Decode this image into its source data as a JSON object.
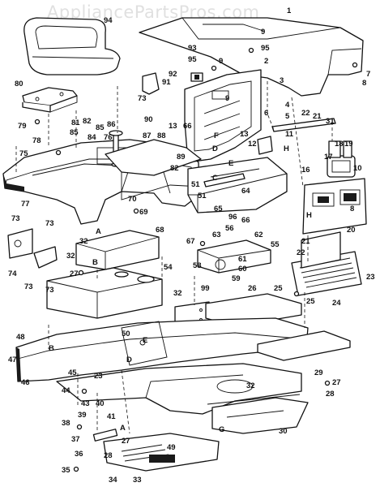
{
  "watermark": "AppliancePartsPros.com",
  "labels": {
    "p1": "1",
    "p2": "2",
    "p3": "3",
    "p4": "4",
    "p5": "5",
    "p6": "6",
    "p7": "7",
    "p8": "8",
    "p9": "9",
    "p10": "10",
    "p11": "11",
    "p12": "12",
    "p13": "13",
    "p16": "16",
    "p17": "17",
    "p18": "18",
    "p19": "19",
    "p20": "20",
    "p21": "21",
    "p22": "22",
    "p23": "23",
    "p24": "24",
    "p25": "25",
    "p26": "26",
    "p27": "27",
    "p28": "28",
    "p29": "29",
    "p30": "30",
    "p31": "31",
    "p32": "32",
    "p33": "33",
    "p34": "34",
    "p35": "35",
    "p36": "36",
    "p37": "37",
    "p38": "38",
    "p39": "39",
    "p40": "40",
    "p41": "41",
    "p43": "43",
    "p44": "44",
    "p45": "45",
    "p46": "46",
    "p47": "47",
    "p48": "48",
    "p49": "49",
    "p50": "50",
    "p51": "51",
    "p54": "54",
    "p55": "55",
    "p56": "56",
    "p58": "58",
    "p59": "59",
    "p60": "60",
    "p61": "61",
    "p62": "62",
    "p63": "63",
    "p64": "64",
    "p65": "65",
    "p66": "66",
    "p67": "67",
    "p68": "68",
    "p69": "69",
    "p70": "70",
    "p73": "73",
    "p74": "74",
    "p75": "75",
    "p76": "76",
    "p77": "77",
    "p78": "78",
    "p79": "79",
    "p80": "80",
    "p81": "81",
    "p82": "82",
    "p84": "84",
    "p85": "85",
    "p86": "86",
    "p87": "87",
    "p88": "88",
    "p89": "89",
    "p90": "90",
    "p91": "91",
    "p92": "92",
    "p93": "93",
    "p94": "94",
    "p95": "95",
    "p96": "96",
    "p99": "99"
  },
  "letters": {
    "A": "A",
    "B": "B",
    "C": "C",
    "D": "D",
    "E": "E",
    "F": "F",
    "G": "G",
    "H": "H"
  }
}
